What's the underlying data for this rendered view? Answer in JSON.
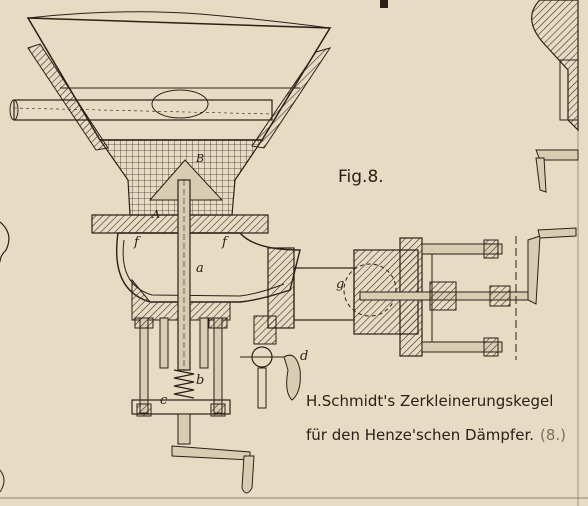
{
  "figure": {
    "label": "Fig.8.",
    "caption_line1": "H.Schmidt's Zerkleinerungskegel",
    "caption_line2": "für den Henze'schen Dämpfer.",
    "caption_number": "(8.)"
  },
  "part_labels": {
    "a": "a",
    "b": "b",
    "c": "c",
    "d": "d",
    "f_left": "f",
    "f_right": "f",
    "g": "g",
    "A": "A",
    "B": "B"
  },
  "colors": {
    "paper": "#e6dcc4",
    "ink": "#2a2018",
    "hatch": "#3a2f25"
  }
}
